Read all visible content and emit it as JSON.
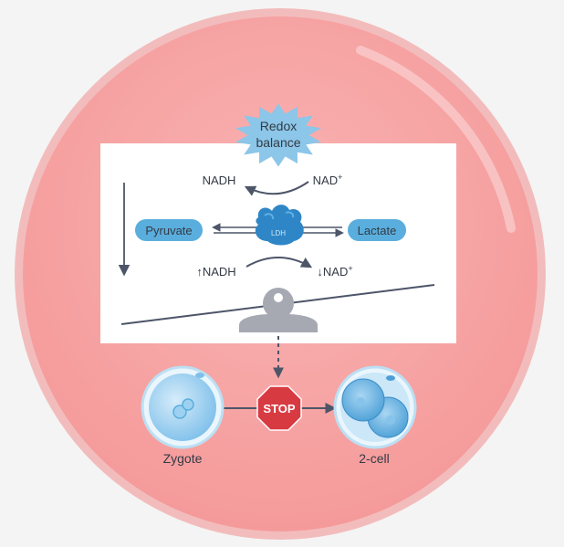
{
  "redox": {
    "line1": "Redox",
    "line2": "balance"
  },
  "top_reaction": {
    "left": "NADH",
    "right_base": "NAD",
    "right_sup": "+"
  },
  "main_reaction": {
    "substrate": "Pyruvate",
    "product": "Lactate",
    "enzyme": "LDH"
  },
  "bottom_reaction": {
    "left": "↑NADH",
    "right_base": "↓NAD",
    "right_sup": "+"
  },
  "stop_sign": {
    "label": "STOP"
  },
  "development": {
    "stage1": "Zygote",
    "stage2": "2-cell"
  },
  "colors": {
    "cell_fill": "#f7a3a3",
    "cell_border": "#f0b7b7",
    "pill": "#5aaedd",
    "starburst": "#8cc6e8",
    "stop": "#d83a42",
    "line": "#4d5568"
  }
}
